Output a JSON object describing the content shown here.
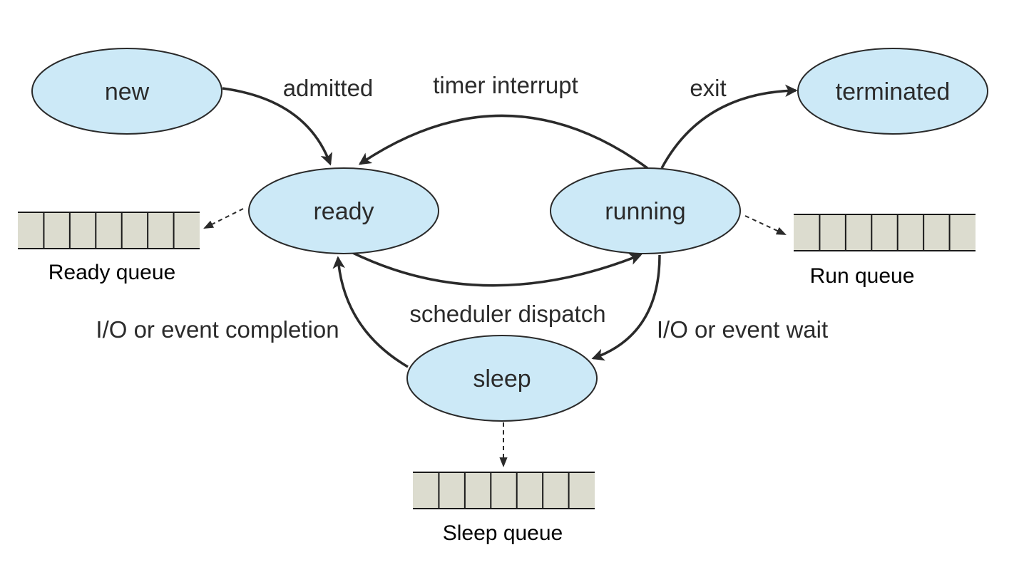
{
  "states": {
    "new": "new",
    "ready": "ready",
    "running": "running",
    "terminated": "terminated",
    "sleep": "sleep"
  },
  "transitions": {
    "admitted": "admitted",
    "timer_interrupt": "timer interrupt",
    "exit": "exit",
    "scheduler_dispatch": "scheduler dispatch",
    "io_completion": "I/O or event completion",
    "io_wait": "I/O or event wait"
  },
  "queues": {
    "ready": "Ready queue",
    "run": "Run queue",
    "sleep": "Sleep queue"
  },
  "colors": {
    "state_fill": "#cce9f7",
    "queue_fill": "#dcdccf"
  }
}
